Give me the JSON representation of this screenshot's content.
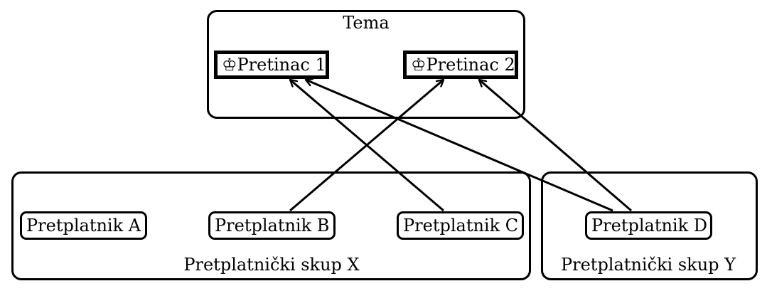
{
  "topic": {
    "label": "Tema",
    "queues": [
      {
        "icon": "♔",
        "label": "Pretinac 1"
      },
      {
        "icon": "♔",
        "label": "Pretinac 2"
      }
    ]
  },
  "groups": [
    {
      "label": "Pretplatnički skup X"
    },
    {
      "label": "Pretplatnički skup Y"
    }
  ],
  "subscribers": [
    {
      "label": "Pretplatnik A"
    },
    {
      "label": "Pretplatnik B"
    },
    {
      "label": "Pretplatnik C"
    },
    {
      "label": "Pretplatnik D"
    }
  ],
  "connections": [
    {
      "from": "Pretplatnik B",
      "to": "Pretinac 2"
    },
    {
      "from": "Pretplatnik C",
      "to": "Pretinac 1"
    },
    {
      "from": "Pretplatnik D",
      "to": "Pretinac 1"
    },
    {
      "from": "Pretplatnik D",
      "to": "Pretinac 2"
    }
  ]
}
